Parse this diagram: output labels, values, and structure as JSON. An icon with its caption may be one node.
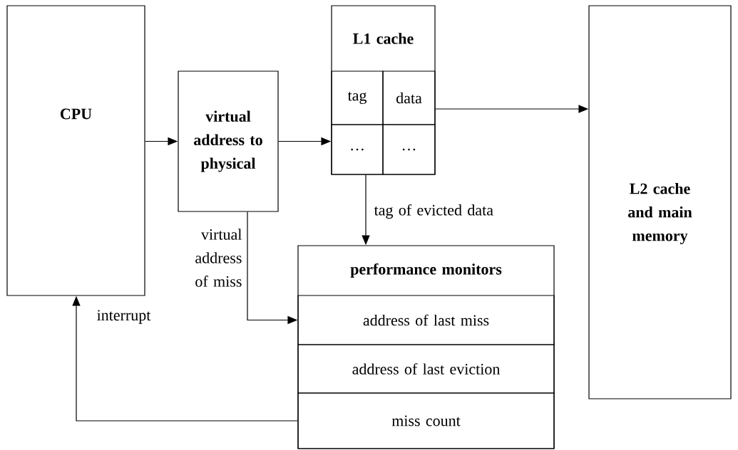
{
  "diagram": {
    "nodes": [
      {
        "text": [
          "CPU"
        ]
      },
      {
        "text": [
          "virtual address to physical"
        ]
      },
      {
        "text": [
          "L1 cache"
        ]
      },
      {
        "text": [
          "tag"
        ],
        "in": 2
      },
      {
        "text": [
          "data"
        ],
        "in": 2
      },
      {
        "text": [
          "…"
        ],
        "in": 2
      },
      {
        "text": [
          "…"
        ],
        "in": 2
      },
      {
        "text": [
          "L2 cache and main memory"
        ]
      },
      {
        "text": [
          "performance monitors"
        ]
      },
      {
        "text": [
          "address of last miss"
        ],
        "in": 8
      },
      {
        "text": [
          "address of last eviction"
        ],
        "in": 8
      },
      {
        "text": [
          "miss count"
        ],
        "in": 8
      }
    ],
    "edges": [
      {
        "from": 0,
        "to": 1,
        "arrow": "to"
      },
      {
        "from": 1,
        "to": 2,
        "arrow": "to"
      },
      {
        "from": 2,
        "to": 7,
        "arrow": "to"
      },
      {
        "from": 2,
        "to": 8,
        "arrow": "to",
        "label": "tag of evicted data"
      },
      {
        "from": 1,
        "to": 9,
        "arrow": "to",
        "label": "virtual address of miss"
      },
      {
        "from": 11,
        "to": 0,
        "arrow": "to",
        "label": "interrupt"
      }
    ]
  }
}
